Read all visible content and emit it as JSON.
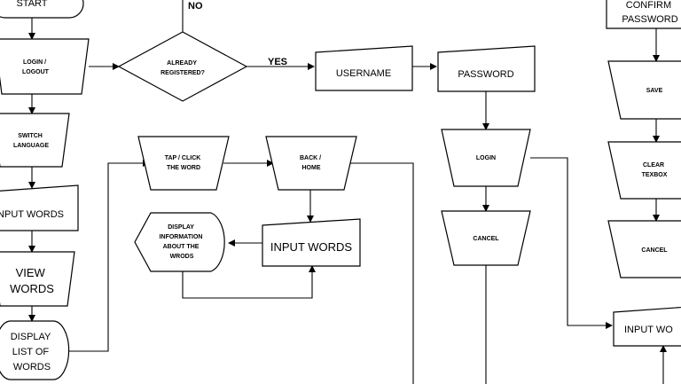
{
  "nodes": {
    "start": "START",
    "login_logout": [
      "LOGIN /",
      "LOGOUT"
    ],
    "switch_language": [
      "SWITCH",
      "LANGUAGE"
    ],
    "input_words_left": "INPUT WORDS",
    "view_words": [
      "VIEW",
      "WORDS"
    ],
    "display_list": [
      "DISPLAY",
      "LIST OF",
      "WORDS"
    ],
    "already_registered": [
      "ALREADY",
      "REGISTERED?"
    ],
    "tap_click": [
      "TAP / CLICK",
      "THE WORD"
    ],
    "back_home": [
      "BACK /",
      "HOME"
    ],
    "display_info": [
      "DISPLAY",
      "INFORMATION",
      "ABOUT THE",
      "WRODS"
    ],
    "input_words_mid": "INPUT WORDS",
    "username": "USERNAME",
    "password": "PASSWORD",
    "login": "LOGIN",
    "cancel_mid": "CANCEL",
    "confirm_password": [
      "CONFIRM",
      "PASSWORD"
    ],
    "save": "SAVE",
    "clear_textbox": [
      "CLEAR",
      "TEXBOX"
    ],
    "cancel_right": "CANCEL",
    "input_words_right": "INPUT WO"
  },
  "edge_labels": {
    "no": "NO",
    "yes": "YES"
  }
}
